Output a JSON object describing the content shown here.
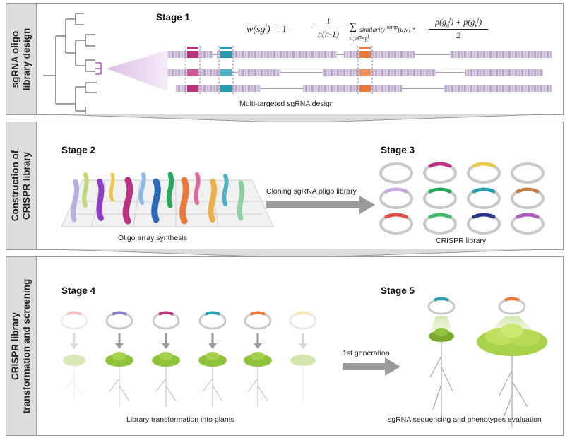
{
  "panels": {
    "design": {
      "side_line1": "sgRNA oligo",
      "side_line2": "library design"
    },
    "construction": {
      "side_line1": "Construction of",
      "side_line2": "CRISPR library"
    },
    "screening": {
      "side_line1": "CRISPR library",
      "side_line2": "transformation and screening"
    }
  },
  "stages": {
    "s1": "Stage 1",
    "s2": "Stage 2",
    "s3": "Stage 3",
    "s4": "Stage 4",
    "s5": "Stage 5"
  },
  "formula": {
    "lhs": "w(sg j) = 1 -",
    "frac1_num": "1",
    "frac1_den": "n(n-1)",
    "sum_symbol": "∑",
    "sum_sub": "u,v∈sg j",
    "similarity": "similarity temp(u,v) *",
    "frac2_num": "p(g u j) + p(g v j)",
    "frac2_den": "2"
  },
  "captions": {
    "multi_targeted": "Multi-targeted sgRNA design",
    "oligo_array": "Oligo array synthesis",
    "cloning": "Cloning sgRNA oligo library",
    "crispr_library": "CRISPR library",
    "library_transformation": "Library transformation into plants",
    "first_generation": "1st generation",
    "sequencing": "sgRNA sequencing  and phenotypes evaluation"
  },
  "colors": {
    "magenta": "#b8327e",
    "teal": "#2a9cb0",
    "orange": "#ea7a3c",
    "purple": "#8f7cc2",
    "green": "#27a85a",
    "navy": "#2a3590",
    "brown": "#c0814a",
    "yellow": "#ecc84a",
    "lilac": "#c7a9dd",
    "red": "#e0504a",
    "plant": "#8fc33a",
    "panel_border": "#9a9a9a",
    "side_bg": "#dcdcdc"
  }
}
